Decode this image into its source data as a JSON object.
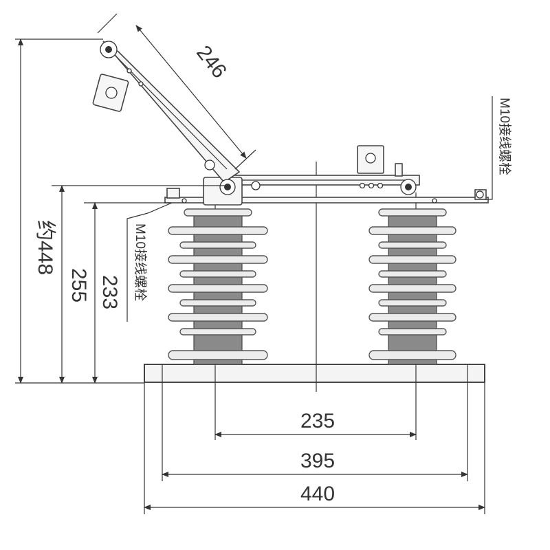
{
  "dimensions": {
    "arm_length": "246",
    "total_height": "约448",
    "height_top_contact": "255",
    "height_lower": "233",
    "insulator_spacing": "235",
    "mount_hole_spacing": "395",
    "base_width": "440"
  },
  "labels": {
    "bolt_left": "M10接线螺栓",
    "bolt_right": "M10接线螺栓"
  },
  "colors": {
    "line": "#333333",
    "insulator": "#8a8a8a",
    "shed": "#ececec"
  }
}
